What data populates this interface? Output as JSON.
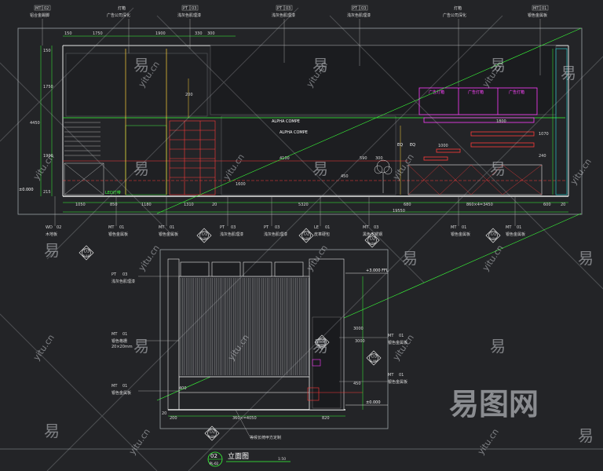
{
  "top_tags": [
    {
      "code": "MT",
      "num": "02",
      "desc": "铝合金踢脚"
    },
    {
      "code": "",
      "num": "",
      "desc": "灯箱\n广告公司深化"
    },
    {
      "code": "PT",
      "num": "03",
      "desc": "浅灰色肌理漆"
    },
    {
      "code": "PT",
      "num": "03",
      "desc": "浅灰色肌理漆"
    },
    {
      "code": "PT",
      "num": "03",
      "desc": "浅灰色肌理漆"
    },
    {
      "code": "",
      "num": "",
      "desc": "灯箱\n广告公司深化"
    },
    {
      "code": "MT",
      "num": "01",
      "desc": "银色金属板"
    }
  ],
  "top_dims": [
    "150",
    "1750",
    "1900",
    "330",
    "300"
  ],
  "left_dims": [
    "150",
    "1750",
    "4450",
    "1900",
    "215"
  ],
  "bottom_dims_row1": [
    "1050",
    "850",
    "1180",
    "1310",
    "20",
    "5320",
    "680",
    "860×4=3450",
    "600",
    "20"
  ],
  "bottom_total": "19550",
  "inner_dims": [
    "4100",
    "590",
    "300",
    "450",
    "1600",
    "1800",
    "1000",
    "200",
    "240",
    "1070"
  ],
  "elevation_zero": "±0.000",
  "inner_labels": {
    "sign": "ALPHA COMPE",
    "sign2": "ALPHA COMPE",
    "ad": [
      "广告灯箱",
      "广告灯箱",
      "广告灯箱"
    ],
    "eq": [
      "EQ",
      "EQ"
    ],
    "green_note": "LED灯带"
  },
  "bottom_tags": [
    {
      "code": "WD",
      "num": "02",
      "desc": "木地板"
    },
    {
      "code": "MT",
      "num": "01",
      "desc": "银色金属板"
    },
    {
      "code": "MT",
      "num": "01",
      "desc": "银色金属板"
    },
    {
      "code": "PT",
      "num": "03",
      "desc": "浅灰色肌理漆"
    },
    {
      "code": "PT",
      "num": "03",
      "desc": "浅灰色肌理漆"
    },
    {
      "code": "LE",
      "num": "01",
      "desc": "皮革硬包"
    },
    {
      "code": "MT",
      "num": "03",
      "desc": "黑色不锈钢"
    },
    {
      "code": "MT",
      "num": "01",
      "desc": "银色金属板"
    },
    {
      "code": "MT",
      "num": "01",
      "desc": "银色金属板"
    }
  ],
  "markers": [
    {
      "top": "D3",
      "bot": "D-04"
    },
    {
      "top": "D1",
      "bot": "D-06"
    },
    {
      "top": "D2",
      "bot": "D-06"
    },
    {
      "top": "D2",
      "bot": "D-04"
    },
    {
      "top": "D1",
      "bot": "D-04"
    }
  ],
  "lower_tags": [
    {
      "code": "PT",
      "num": "03",
      "desc": "浅灰色肌理漆"
    },
    {
      "code": "MT",
      "num": "01",
      "desc": "银色格栅\n20×20mm"
    },
    {
      "code": "MT",
      "num": "01",
      "desc": "银色金属板"
    },
    {
      "code": "MT",
      "num": "01",
      "desc": "银色金属板"
    },
    {
      "code": "MT",
      "num": "01",
      "desc": "银色金属板"
    }
  ],
  "lower_dims": [
    "3000",
    "20",
    "200",
    "360×=4050",
    "820",
    "400",
    "450",
    "3000"
  ],
  "lower_levels": [
    "+3.000 FFL",
    "±0.000"
  ],
  "lower_note": "等候长椅甲方定制",
  "lower_markers": [
    {
      "top": "D1",
      "bot": "D-04"
    },
    {
      "top": "D3",
      "bot": "D-06"
    },
    {
      "top": "D2",
      "bot": "D-04"
    }
  ],
  "title": {
    "num": "02",
    "sub": "PL-02",
    "name": "立面图",
    "scale": "1:50"
  },
  "watermarks": {
    "char": "易",
    "site": "yitu.cn",
    "logo": "易图网"
  },
  "colors": {
    "bg": "#232427",
    "line": "#e6e6e6",
    "green": "#39ff39",
    "red": "#ff3b3b",
    "magenta": "#ff3dff",
    "yellow": "#ffd23a",
    "cyan": "#27e0e0"
  }
}
